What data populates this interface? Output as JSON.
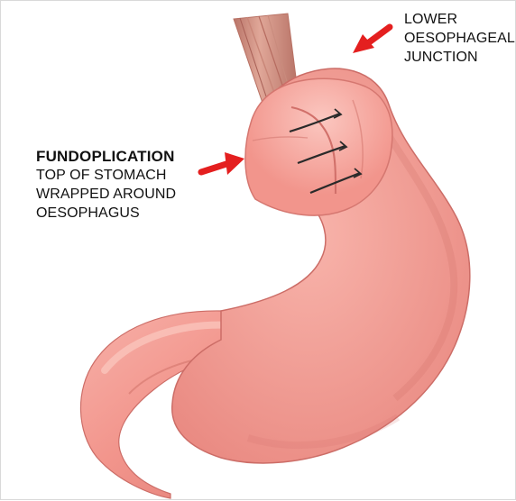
{
  "labels": {
    "junction": {
      "line1": "LOWER",
      "line2": "OESOPHAGEAL",
      "line3": "JUNCTION"
    },
    "fundoplication": {
      "title": "FUNDOPLICATION",
      "line1": "TOP OF STOMACH",
      "line2": "WRAPPED AROUND",
      "line3": "OESOPHAGUS"
    }
  },
  "colors": {
    "arrow": "#e41f1f",
    "stomach": "#f2958c",
    "stomach_light": "#f8b7ae",
    "stomach_shadow": "#cc6d67",
    "esophagus": "#cf8f82",
    "suture": "#2a2a2a"
  }
}
